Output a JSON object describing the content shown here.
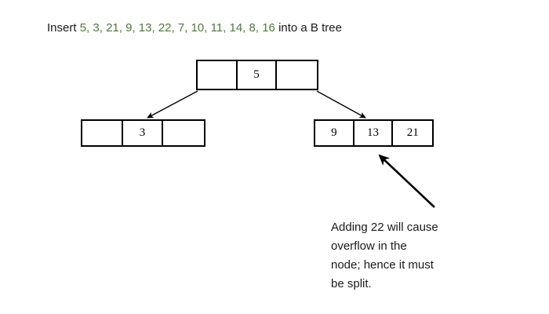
{
  "title": {
    "prefix": "Insert",
    "sequence": [
      "5",
      "3",
      "21",
      "9",
      "13",
      "22",
      "7",
      "10",
      "11",
      "14",
      "8",
      "16"
    ],
    "suffix": "into a B tree",
    "sequence_color": "#4d7a38",
    "text_color": "#1a1a1a"
  },
  "tree": {
    "root": {
      "cells": [
        "",
        "5",
        ""
      ]
    },
    "left_child": {
      "cells": [
        "",
        "3",
        ""
      ]
    },
    "right_child": {
      "cells": [
        "9",
        "13",
        "21"
      ]
    },
    "edge_color": "#000000"
  },
  "annotation": {
    "lines": [
      "Adding 22 will cause",
      "overflow in the",
      "node; hence it must",
      "be split."
    ],
    "arrow_color": "#000000"
  }
}
